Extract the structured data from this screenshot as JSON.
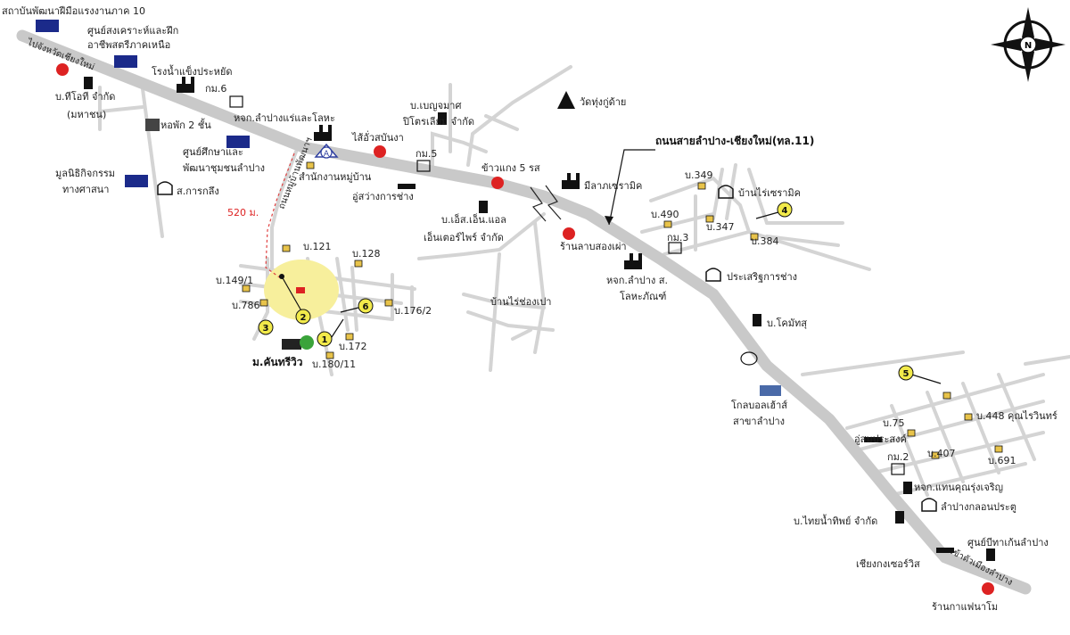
{
  "highway": {
    "title": "ถนนสายลำปาง-เชียงใหม่(ทล.11)",
    "to_north": "ไปจังหวัดเชียงใหม่",
    "to_city": "เข้าตัวเมืองลำปาง"
  },
  "compass": {
    "label": "N"
  },
  "marker_a": "A",
  "distance_label": "520 ม.",
  "side_road_label": "ถนนหมู่บ้านพัฒนาฯ",
  "places": {
    "p01": "สถาบันพัฒนาฝีมือแรงงานภาค 10",
    "p02": "ศูนย์สงเคราะห์และฝึก",
    "p03": "อาชีพสตรีภาคเหนือ",
    "p04": "โรงน้ำแข็งประหยัด",
    "p05": "กม.6",
    "p06": "บ.ทีโอที จำกัด",
    "p07": "(มหาชน)",
    "p08": "หอพัก 2 ชั้น",
    "p09": "หจก.ลำปางแร่และโลหะ",
    "p10": "ศูนย์ศึกษาและ",
    "p11": "พัฒนาชุมชนลำปาง",
    "p12": "มูลนิธิกิจกรรม",
    "p13": "ทางศาสนา",
    "p14": "ส.การกลึง",
    "p15": "ไส้อั่วสบันงา",
    "p16": "สำนักงานหมู่บ้าน",
    "p17": "อู่สว่างการช่าง",
    "p18": "กม.5",
    "p19": "บ.เบญจมาศ",
    "p20": "ปิโตรเลียม จำกัด",
    "p21": "วัดทุ่งกู่ด้าย",
    "p22": "ข้าวแกง 5 รส",
    "p23": "มีลาภเซรามิค",
    "p24": "บ.เอ็ส.เอ็น.แอล",
    "p25": "เอ็นเตอร์ไพร์ จำกัด",
    "p26": "ร้านลาบสองเผ่า",
    "p27": "หจก.ลำปาง ส.",
    "p28": "โลหะภัณฑ์",
    "p29": "บ้านไร่ช่องเปา",
    "p30": "บ.349",
    "p31": "บ้านไร่เซรามิค",
    "p32": "บ.490",
    "p33": "บ.347",
    "p34": "บ.384",
    "p35": "กม.3",
    "p36": "ประเสริฐการช่าง",
    "p37": "บ.121",
    "p38": "บ.128",
    "p39": "บ.149/1",
    "p40": "บ.786",
    "p41": "บ.176/2",
    "p42": "บ.172",
    "p43": "บ.180/11",
    "p44": "ม.คันทรีวิว",
    "p45": "บ.โคมัทสุ",
    "p46": "โกลบอลเฮ้าส์",
    "p47": "สาขาลำปาง",
    "p48": "บ.75",
    "p49": "บ.448 คุณไรวินทร์",
    "p50": "อู่สมประสงค์",
    "p51": "กม.2",
    "p52": "บ.407",
    "p53": "บ.691",
    "p54": "หจก.แทนคุณรุ่งเจริญ",
    "p55": "ลำปางกลอนประตู",
    "p56": "บ.ไทยน้ำทิพย์ จำกัด",
    "p57": "ศูนย์บีทาเก้นลำปาง",
    "p58": "เชียงกงเซอร์วิส",
    "p59": "ร้านกาแฟนาโม"
  },
  "numbered_markers": [
    "1",
    "2",
    "3",
    "4",
    "5",
    "6"
  ],
  "colors": {
    "road_main": "#c9c9c9",
    "road_minor": "#d4d4d4",
    "area_highlight": "#f7ef9c",
    "marker_fill": "#f2ea4a",
    "route_dotted": "#e04040",
    "building_icon": "#1b2a8a",
    "tree_icon": "#3aa33a"
  }
}
